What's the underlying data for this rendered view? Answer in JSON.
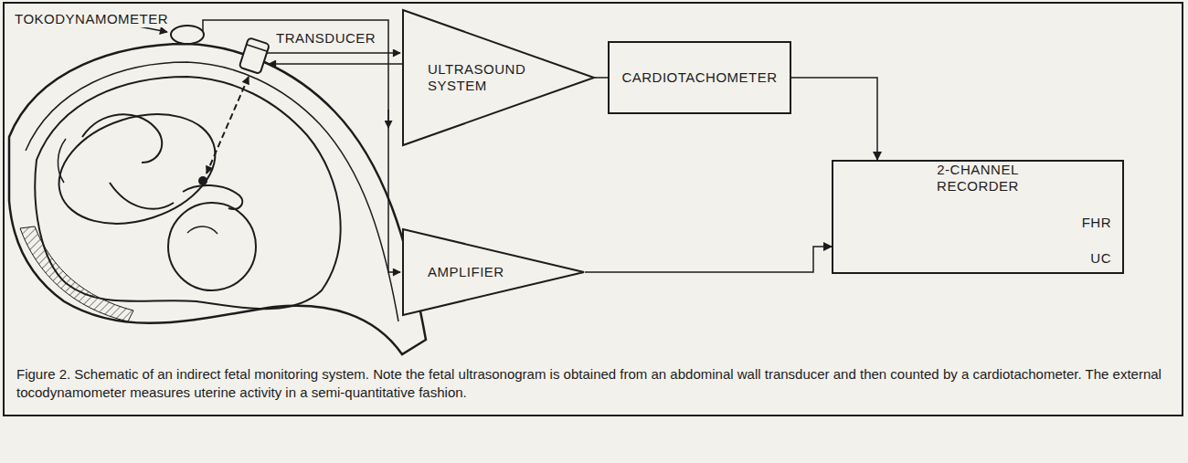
{
  "diagram": {
    "caption": "Figure 2. Schematic of an indirect fetal monitoring system. Note the fetal ultrasonogram is obtained from an abdominal wall transducer and then counted by a cardiotachometer. The external tocodynamometer measures uterine activity in a semi-quantitative fashion.",
    "nodes": [
      {
        "text": [
          "ULTRASOUND SYSTEM"
        ]
      },
      {
        "text": [
          "CARDIOTACHOMETER"
        ]
      },
      {
        "text": [
          "2-CHANNEL RECORDER",
          "FHR",
          "UC"
        ]
      },
      {
        "text": [
          "AMPLIFIER"
        ]
      }
    ],
    "edges": [
      {
        "from": 0,
        "to": 1,
        "arrow": "none"
      },
      {
        "from": 1,
        "to": 2,
        "arrow": "to"
      },
      {
        "from": 3,
        "to": 2,
        "arrow": "to"
      }
    ],
    "labels": [
      "TOKODYNAMOMETER",
      "TRANSDUCER"
    ]
  }
}
